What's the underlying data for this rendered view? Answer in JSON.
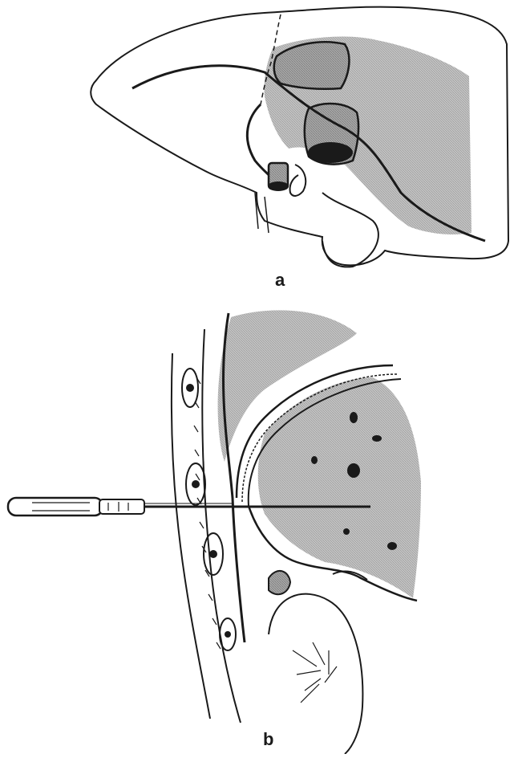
{
  "figure": {
    "panels": [
      {
        "id": "a",
        "label": "a"
      },
      {
        "id": "b",
        "label": "b"
      }
    ],
    "colors": {
      "ink": "#1a1a1a",
      "hatch_fill": "#b9b9b9",
      "background": "#ffffff"
    }
  }
}
